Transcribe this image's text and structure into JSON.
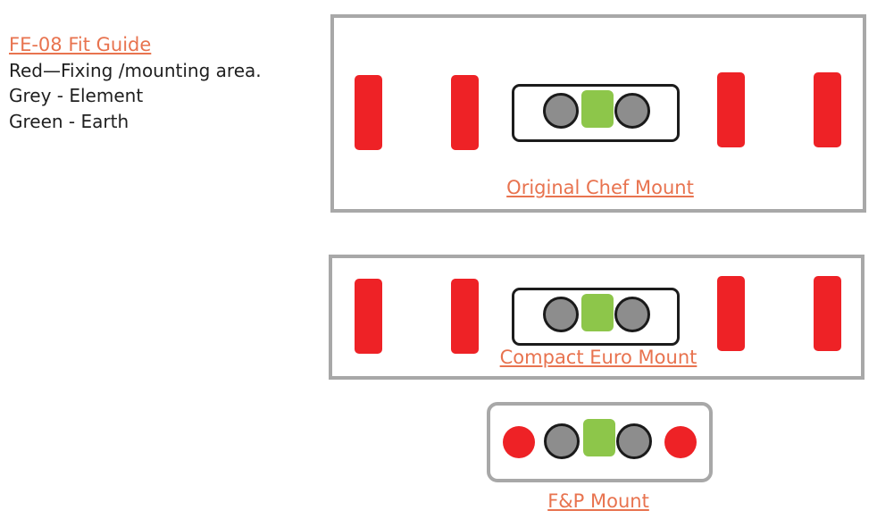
{
  "legend": {
    "title": "FE-08  Fit Guide",
    "lines": [
      "Red—Fixing /mounting area.",
      "Grey  - Element",
      "Green - Earth"
    ]
  },
  "mounts": [
    {
      "caption": "Original Chef Mount"
    },
    {
      "caption": "Compact Euro  Mount"
    },
    {
      "caption": "F&P Mount"
    }
  ],
  "colors": {
    "fixing_red": "#ee2226",
    "element_grey": "#8d8d8d",
    "earth_green": "#8dc64a",
    "panel_border": "#a8a8a8",
    "caption_orange": "#e8734f"
  }
}
